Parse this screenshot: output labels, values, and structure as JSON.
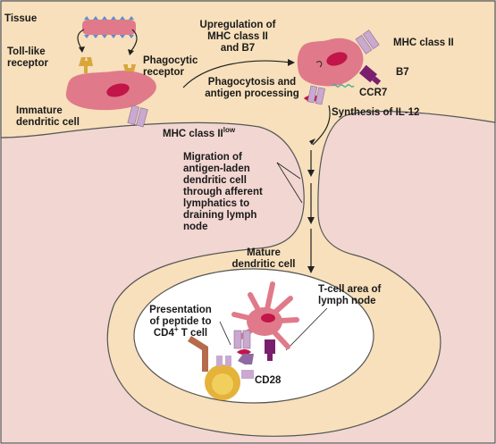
{
  "labels": {
    "tissue": "Tissue",
    "tlr": "Toll-like\nreceptor",
    "phago_receptor": "Phagocytic\nreceptor",
    "immature_dc": "Immature\ndendritic cell",
    "mhc_low_base": "MHC class II",
    "mhc_low_sup": "low",
    "upregulation": "Upregulation of\nMHC class II\nand B7",
    "phago_processing": "Phagocytosis and\nantigen processing",
    "mhc_ii": "MHC class II",
    "b7": "B7",
    "ccr7": "CCR7",
    "il12": "Synthesis of IL-12",
    "migration": "Migration of\nantigen-laden\ndendritic cell\nthrough afferent\nlymphatics to\ndraining lymph\nnode",
    "mature_dc": "Mature\ndendritic cell",
    "presentation_a": "Presentation\nof peptide to\nCD4",
    "presentation_sup": "+",
    "presentation_b": " T cell",
    "tcell_area": "T-cell area of\nlymph node",
    "cd28": "CD28"
  },
  "colors": {
    "tissue": "#f7e0bb",
    "lymph_region": "#f2d6d2",
    "lymph_node": "#f7e0bb",
    "tcell_area": "#ffffff",
    "dendritic_cell": "#e07a8a",
    "nucleus": "#c2154a",
    "mhc_ii": "#c9a9cf",
    "b7": "#7a1f6e",
    "tlr": "#d9a63a",
    "ccr7": "#4aa89a",
    "peptide": "#c2154a",
    "tcell": "#e5b23a"
  }
}
